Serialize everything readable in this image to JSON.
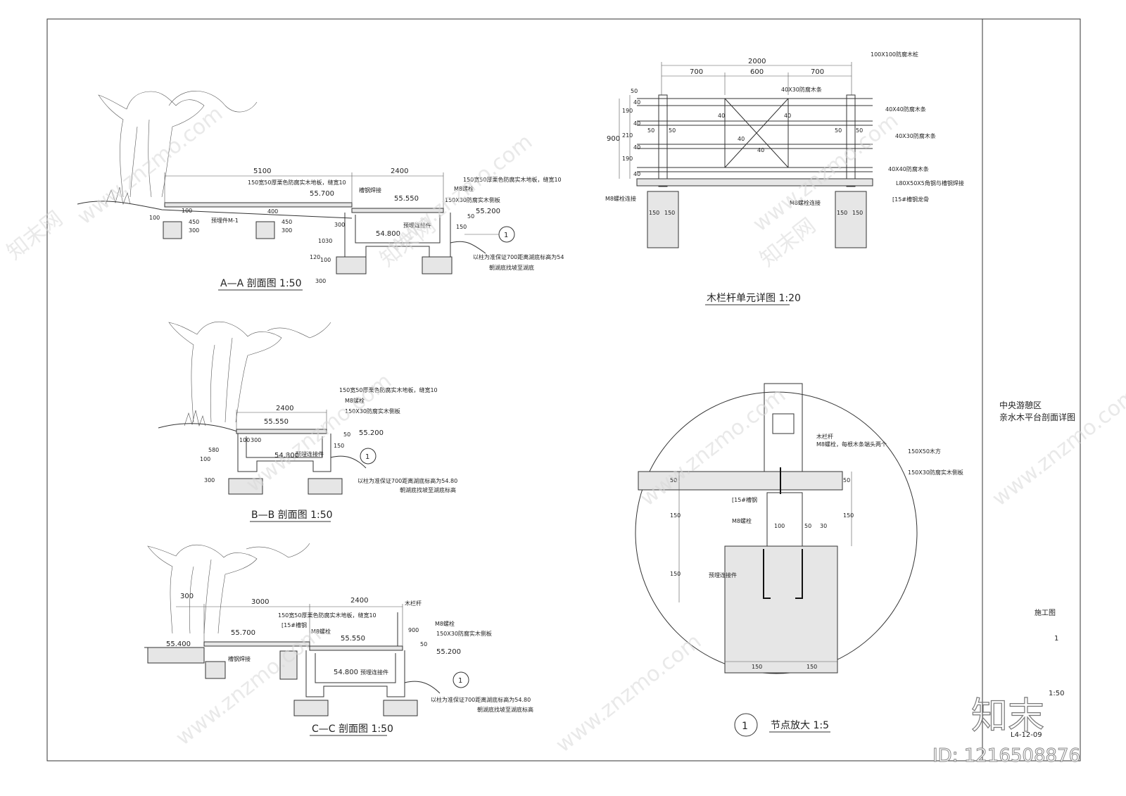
{
  "sections": {
    "aa": {
      "title": "A—A 剖面图    1:50",
      "dims": [
        "5100",
        "2400",
        "100",
        "100",
        "400",
        "300",
        "450",
        "300",
        "450",
        "300",
        "1030",
        "120",
        "100",
        "300",
        "150",
        "50"
      ],
      "labels": [
        "150宽50厚栗色防腐实木地板，缝宽10",
        "150宽50厚栗色防腐实木地板，缝宽10",
        "M8螺栓",
        "150X30防腐实木侧板",
        "槽钢焊接",
        "预埋件M-1",
        "预埋连接件",
        "以柱为准保证700距离湖底标高为54",
        "朝湖底找坡至湖底"
      ],
      "elev": [
        "55.700",
        "55.550",
        "55.200",
        "54.800"
      ],
      "ref": "1"
    },
    "bb": {
      "title": "B—B 剖面图    1:50",
      "dims": [
        "2400",
        "100",
        "300",
        "580",
        "100",
        "300",
        "150",
        "50"
      ],
      "labels": [
        "150宽50厚栗色防腐实木地板，缝宽10",
        "M8螺栓",
        "150X30防腐实木侧板",
        "预埋连接件",
        "以柱为准保证700距离湖底标高为54.80",
        "朝湖底找坡至湖底标高"
      ],
      "elev": [
        "55.550",
        "55.200",
        "54.800"
      ],
      "ref": "1"
    },
    "cc": {
      "title": "C—C 剖面图 1:50",
      "dims": [
        "300",
        "3000",
        "2400",
        "900",
        "50"
      ],
      "labels": [
        "150宽50厚栗色防腐实木地板，缝宽10",
        "[15#槽钢",
        "M8螺栓",
        "木栏杆",
        "M8螺栓",
        "150X30防腐实木侧板",
        "槽钢焊接",
        "预埋连接件",
        "以柱为准保证700距离湖底标高为54.80",
        "朝湖底找坡至湖底标高"
      ],
      "elev": [
        "55.400",
        "55.700",
        "55.550",
        "55.200",
        "54.800"
      ],
      "ref": "1"
    }
  },
  "railing": {
    "title": "木栏杆单元详图    1:20",
    "dims_top": [
      "2000",
      "700",
      "600",
      "700"
    ],
    "dims_left": [
      "50",
      "190",
      "40",
      "40",
      "210",
      "40",
      "190",
      "40",
      "900"
    ],
    "inner_dims": [
      "40",
      "40",
      "40",
      "40",
      "50",
      "50",
      "50",
      "50",
      "150",
      "150",
      "150",
      "150"
    ],
    "labels": [
      "100X100防腐木桩",
      "40X30防腐木条",
      "40X40防腐木条",
      "40X30防腐木条",
      "40X40防腐木条",
      "L80X50X5角钢与槽钢焊接",
      "[15#槽钢龙骨",
      "M8螺栓连接",
      "M8螺栓连接"
    ]
  },
  "detail": {
    "title": "节点放大    1:5",
    "number": "1",
    "labels": [
      "木栏杆",
      "M8螺栓，每根木条端头两个",
      "150X50木方",
      "150X30防腐实木侧板",
      "[15#槽钢",
      "M8螺栓",
      "预埋连接件"
    ],
    "dims": [
      "50",
      "150",
      "150",
      "50",
      "150",
      "100",
      "50",
      "30",
      "150",
      "150"
    ]
  },
  "titleblock": {
    "project_line1": "中央游憩区",
    "project_line2": "亲水木平台剖面详图",
    "stage": "施工图",
    "page": "1",
    "scale": "1:50",
    "drawing_no": "L4-12-09"
  },
  "watermarks": {
    "logo": "知末",
    "id": "ID: 1216508876",
    "site": "www.znzmo.com",
    "brand": "知末网"
  }
}
